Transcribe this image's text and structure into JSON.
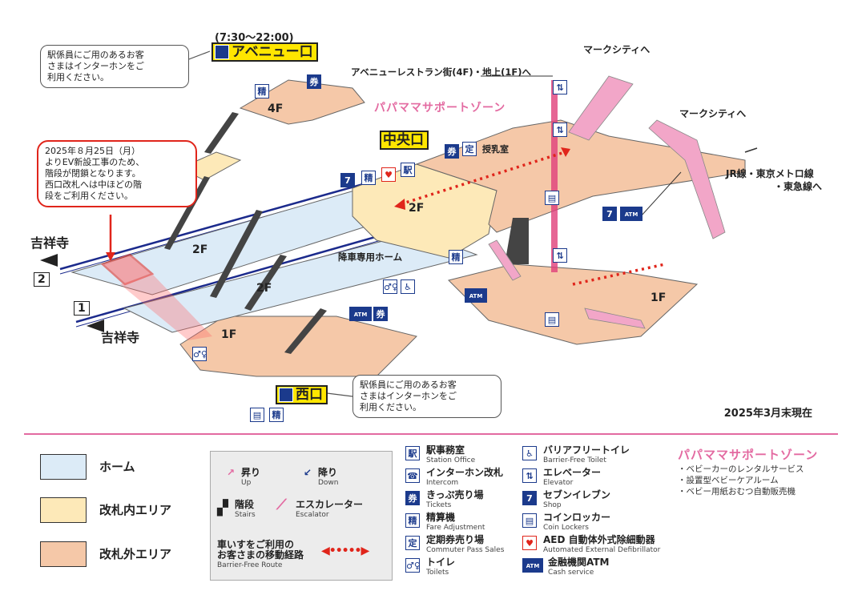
{
  "map": {
    "hours": "(7:30〜22:00)",
    "avenue_exit": "アベニュー口",
    "central_exit": "中央口",
    "west_exit": "西口",
    "callout_top": "駅係員にご用のあるお客\nさまはインターホンをご\n利用ください。",
    "callout_bottom": "駅係員にご用のあるお客\nさまはインターホンをご\n利用ください。",
    "notice": "2025年８月25日（月）\nよりEV新設工事のため、\n階段が閉鎖となります。\n西口改札へは中ほどの階\n段をご利用ください。",
    "avenue_restaurants": "アベニューレストラン街(4F)・地上(1F)へ",
    "mark_city_1": "マークシティへ",
    "mark_city_2": "マークシティへ",
    "papamama_zone": "パパママサポートゾーン",
    "nursing_room": "授乳室",
    "jr_line_1": "JR線・東京メトロ線",
    "jr_line_2": "・東急線へ",
    "floor_4f": "4F",
    "floor_2f_center": "2F",
    "floor_2f_upper_platform": "2F",
    "floor_2f_lower_platform": "2F",
    "floor_1f_west": "1F",
    "floor_1f_east": "1F",
    "alighting_platform": "降車専用ホーム",
    "kichijoji_top": "吉祥寺",
    "kichijoji_bottom": "吉祥寺",
    "track_2": "2",
    "track_1": "1",
    "atm": "ATM",
    "as_of": "2025年3月末現在"
  },
  "legend": {
    "areas": [
      {
        "label": "ホーム",
        "color": "#dcebf7"
      },
      {
        "label": "改札内エリア",
        "color": "#fde9b8"
      },
      {
        "label": "改札外エリア",
        "color": "#f5c8a8"
      }
    ],
    "up": "昇り",
    "up_en": "Up",
    "down": "降り",
    "down_en": "Down",
    "stairs": "階段",
    "stairs_en": "Stairs",
    "escalator": "エスカレーター",
    "escalator_en": "Escalator",
    "route_1": "車いすをご利用の",
    "route_2": "お客さまの移動経路",
    "route_en": "Barrier-Free Route",
    "col1": [
      {
        "icon": "station-office-icon",
        "ja": "駅事務室",
        "en": "Station Office"
      },
      {
        "icon": "intercom-icon",
        "ja": "インターホン改札",
        "en": "Intercom"
      },
      {
        "icon": "tickets-icon",
        "ja": "きっぷ売り場",
        "en": "Tickets"
      },
      {
        "icon": "fare-adjustment-icon",
        "ja": "精算機",
        "en": "Fare Adjustment"
      },
      {
        "icon": "commuter-pass-icon",
        "ja": "定期券売り場",
        "en": "Commuter Pass Sales"
      },
      {
        "icon": "toilets-icon",
        "ja": "トイレ",
        "en": "Toilets"
      }
    ],
    "col2": [
      {
        "icon": "barrier-free-toilet-icon",
        "ja": "バリアフリートイレ",
        "en": "Barrier-Free Toilet"
      },
      {
        "icon": "elevator-icon",
        "ja": "エレベーター",
        "en": "Elevator"
      },
      {
        "icon": "shop-icon",
        "ja": "セブンイレブン",
        "en": "Shop"
      },
      {
        "icon": "coin-locker-icon",
        "ja": "コインロッカー",
        "en": "Coin Lockers"
      },
      {
        "icon": "aed-icon",
        "ja": "AED 自動体外式除細動器",
        "en": "Automated External Defibrillator"
      },
      {
        "icon": "atm-icon",
        "ja": "金融機関ATM",
        "en": "Cash service"
      }
    ],
    "papamama_title": "パパママサポートゾーン",
    "papamama_items": [
      "・ベビーカーのレンタルサービス",
      "・設置型ベビーケアルーム",
      "・ベビー用紙おむつ自動販売機"
    ],
    "icon_glyphs": {
      "commuter": "定",
      "atm": "ATM"
    }
  },
  "colors": {
    "platform": "#dcebf7",
    "inside_gate": "#fde9b8",
    "outside_gate": "#f5c8a8",
    "track": "#1b2a8c",
    "route": "#e0251b",
    "escalator": "#f2a6c8",
    "accent_yellow": "#ffe600",
    "divider": "#e36aa1"
  }
}
